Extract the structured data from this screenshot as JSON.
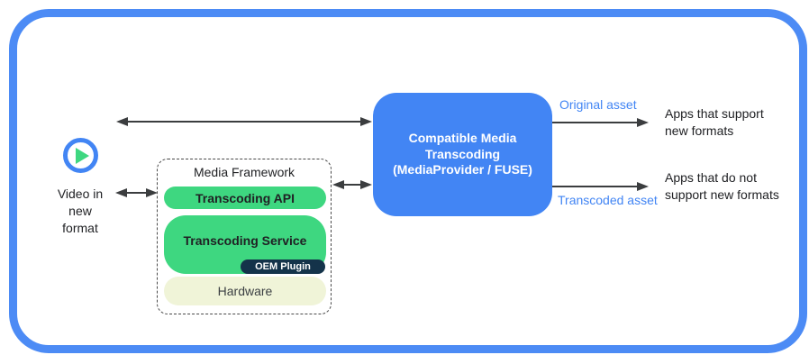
{
  "colors": {
    "accent_blue": "#4285f4",
    "border_blue": "#4c8bf5",
    "pill_green": "#3ed780",
    "oem_navy": "#14334a",
    "hardware_cream": "#f0f4d8",
    "arrow_gray": "#3b3d3f"
  },
  "source": {
    "icon": "play-icon",
    "label_lines": [
      "Video in",
      "new",
      "format"
    ]
  },
  "media_framework": {
    "title": "Media Framework",
    "transcoding_api": "Transcoding API",
    "transcoding_service": "Transcoding Service",
    "oem_plugin": "OEM Plugin",
    "hardware": "Hardware"
  },
  "transcoder": {
    "line1": "Compatible Media",
    "line2": "Transcoding",
    "line3": "(MediaProvider / FUSE)"
  },
  "flows": {
    "original_asset_label": "Original asset",
    "transcoded_asset_label": "Transcoded asset"
  },
  "consumers": {
    "support": {
      "line1": "Apps that support",
      "line2": "new formats"
    },
    "no_support": {
      "line1": "Apps that do not",
      "line2": "support new formats"
    }
  }
}
